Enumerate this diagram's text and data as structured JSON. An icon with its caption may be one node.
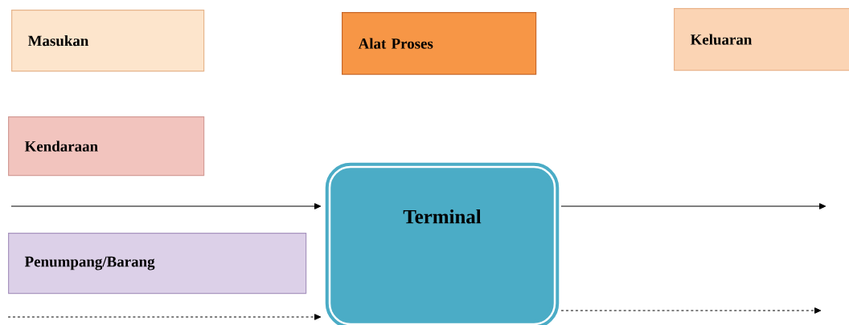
{
  "diagram": {
    "nodes": [
      {
        "text": [
          "Masukan"
        ]
      },
      {
        "text": [
          "Alat Proses"
        ]
      },
      {
        "text": [
          "Keluaran"
        ]
      },
      {
        "text": [
          "Kendaraan"
        ]
      },
      {
        "text": [
          "Terminal"
        ]
      },
      {
        "text": [
          "Penumpang/Barang"
        ]
      }
    ],
    "edges": [
      {
        "from": null,
        "to": 4,
        "arrow": "to"
      },
      {
        "from": 4,
        "to": null,
        "arrow": "to"
      },
      {
        "from": null,
        "to": 4,
        "arrow": "to",
        "style": "dashed"
      },
      {
        "from": 4,
        "to": null,
        "arrow": "to",
        "style": "dashed"
      }
    ]
  }
}
